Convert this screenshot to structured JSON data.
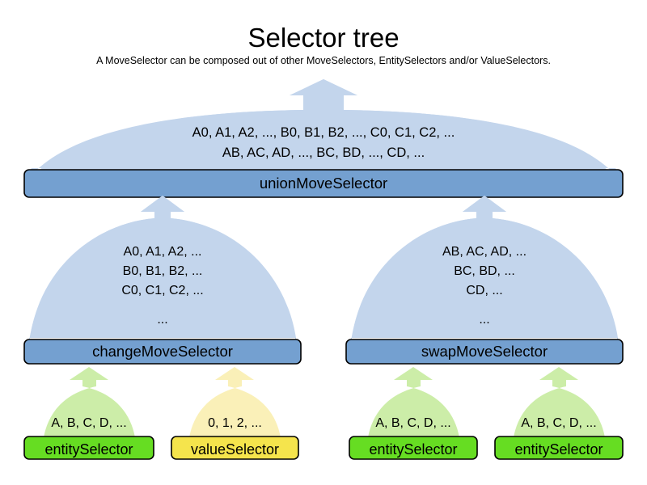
{
  "page": {
    "title": "Selector tree",
    "subtitle": "A MoveSelector can be composed out of other MoveSelectors, EntitySelectors and/or ValueSelectors."
  },
  "colors": {
    "move_balloon_fill": "#c3d5ec",
    "move_bar_fill": "#74a0d0",
    "entity_balloon_fill": "#cceda8",
    "entity_bar_fill": "#66dd22",
    "value_balloon_fill": "#faf0b8",
    "value_bar_fill": "#f5e44c",
    "stroke": "#000000",
    "background": "#ffffff",
    "text": "#000000"
  },
  "nodes": {
    "union": {
      "label": "unionMoveSelector",
      "lines": [
        "A0, A1, A2, ..., B0, B1, B2, ..., C0, C1, C2, ...",
        "AB, AC, AD, ..., BC, BD, ..., CD, ..."
      ]
    },
    "change": {
      "label": "changeMoveSelector",
      "lines": [
        "A0, A1, A2, ...",
        "B0, B1, B2, ...",
        "C0, C1, C2, ...",
        "..."
      ]
    },
    "swap": {
      "label": "swapMoveSelector",
      "lines": [
        "AB, AC, AD, ...",
        "BC, BD, ...",
        "CD, ...",
        "..."
      ]
    },
    "entity1": {
      "label": "entitySelector",
      "lines": [
        "A, B, C, D, ..."
      ]
    },
    "value1": {
      "label": "valueSelector",
      "lines": [
        "0, 1, 2, ..."
      ]
    },
    "entity2": {
      "label": "entitySelector",
      "lines": [
        "A, B, C, D, ..."
      ]
    },
    "entity3": {
      "label": "entitySelector",
      "lines": [
        "A, B, C, D, ..."
      ]
    }
  }
}
